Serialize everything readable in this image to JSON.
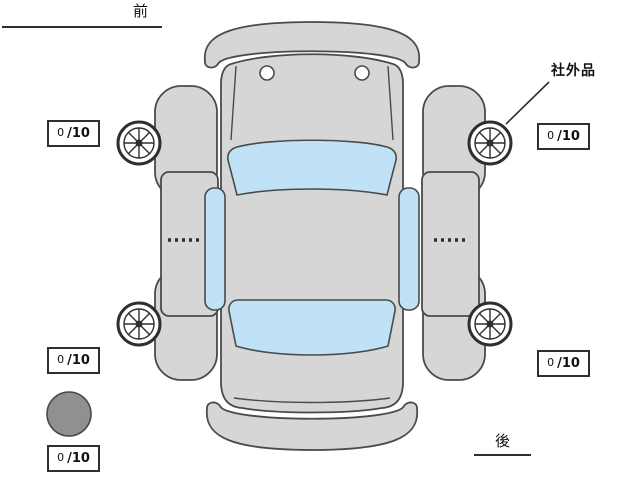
{
  "diagram": {
    "front_label": "前",
    "rear_label": "後",
    "aftermarket_label": "社外品"
  },
  "tread_depth": {
    "front_left": {
      "value": "0",
      "scale": "/10"
    },
    "front_right": {
      "value": "0",
      "scale": "/10"
    },
    "rear_left": {
      "value": "0",
      "scale": "/10"
    },
    "rear_right": {
      "value": "0",
      "scale": "/10"
    },
    "spare": {
      "value": "0",
      "scale": "/10"
    }
  },
  "colors": {
    "body": "#d6d6d6",
    "glass": "#bfe2f6",
    "outline": "#4a4a4a",
    "spare_tire": "#909090",
    "ink": "#111111"
  }
}
